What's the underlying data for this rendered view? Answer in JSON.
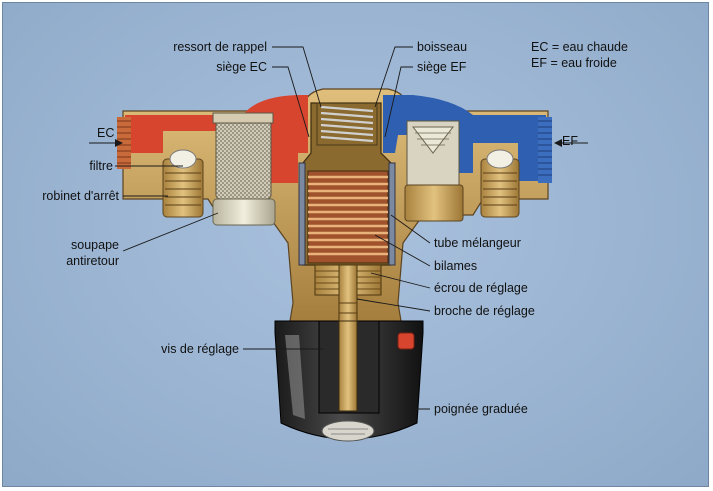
{
  "legend": {
    "line1": "EC = eau chaude",
    "line2": "EF = eau froide"
  },
  "labels": {
    "ec": "EC",
    "ef": "EF",
    "ressort": "ressort de rappel",
    "siege_ec": "siège EC",
    "boisseau": "boisseau",
    "siege_ef": "siège EF",
    "filtre": "filtre",
    "robinet": "robinet d'arrêt",
    "soupape_1": "soupape",
    "soupape_2": "antiretour",
    "tube": "tube mélangeur",
    "bilames": "bilames",
    "ecrou": "écrou de réglage",
    "broche": "broche de réglage",
    "vis": "vis de réglage",
    "poignee": "poignée graduée"
  },
  "colors": {
    "hot": "#d8452f",
    "cold": "#2f5fb0",
    "brass": "#c9a25a",
    "background": "#9db6d4"
  }
}
